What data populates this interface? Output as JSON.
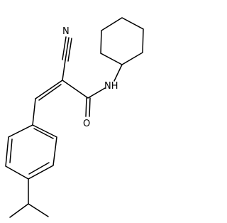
{
  "molecule": {
    "atom_labels": {
      "nitrile": "N",
      "amide_nitrogen": "NH",
      "carbonyl_oxygen": "O"
    },
    "colors": {
      "bond": "#000000",
      "label": "#000000",
      "background": "#ffffff"
    }
  }
}
